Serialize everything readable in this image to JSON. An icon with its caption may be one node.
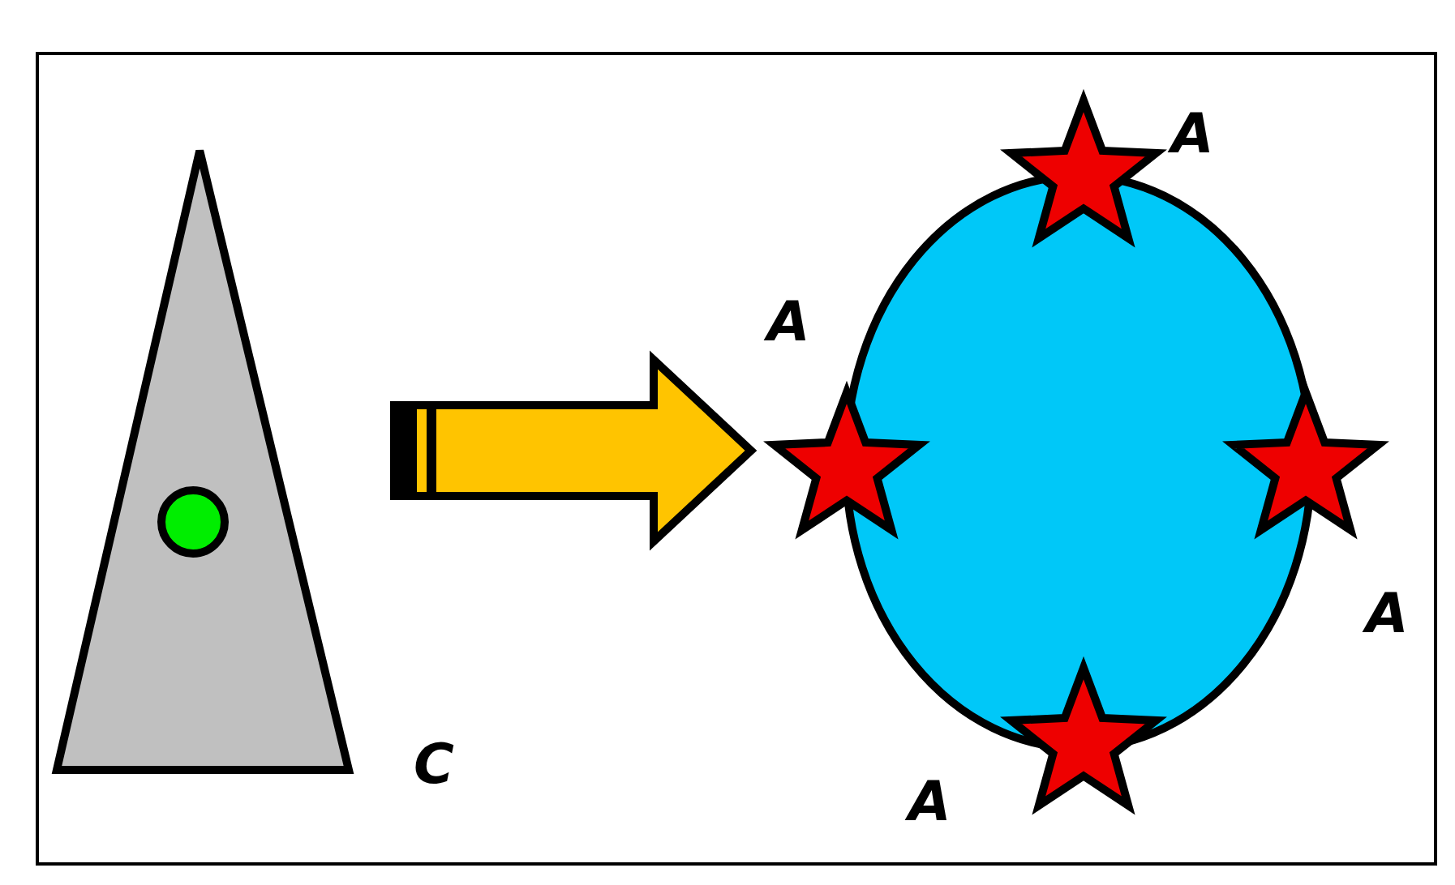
{
  "diagram": {
    "nodes": [
      {
        "text": [],
        "shape": "triangle",
        "beside": [
          "C"
        ]
      },
      {
        "text": [],
        "shape": "circle",
        "in": 0
      },
      {
        "text": [],
        "shape": "ellipse"
      },
      {
        "text": [],
        "shape": "star",
        "beside": [
          "A"
        ]
      },
      {
        "text": [],
        "shape": "star",
        "beside": [
          "A"
        ]
      },
      {
        "text": [],
        "shape": "star",
        "beside": [
          "A"
        ]
      },
      {
        "text": [],
        "shape": "star",
        "beside": [
          "A"
        ]
      }
    ],
    "edges": [
      {
        "from": 0,
        "to": 2,
        "arrow": "to"
      }
    ]
  }
}
